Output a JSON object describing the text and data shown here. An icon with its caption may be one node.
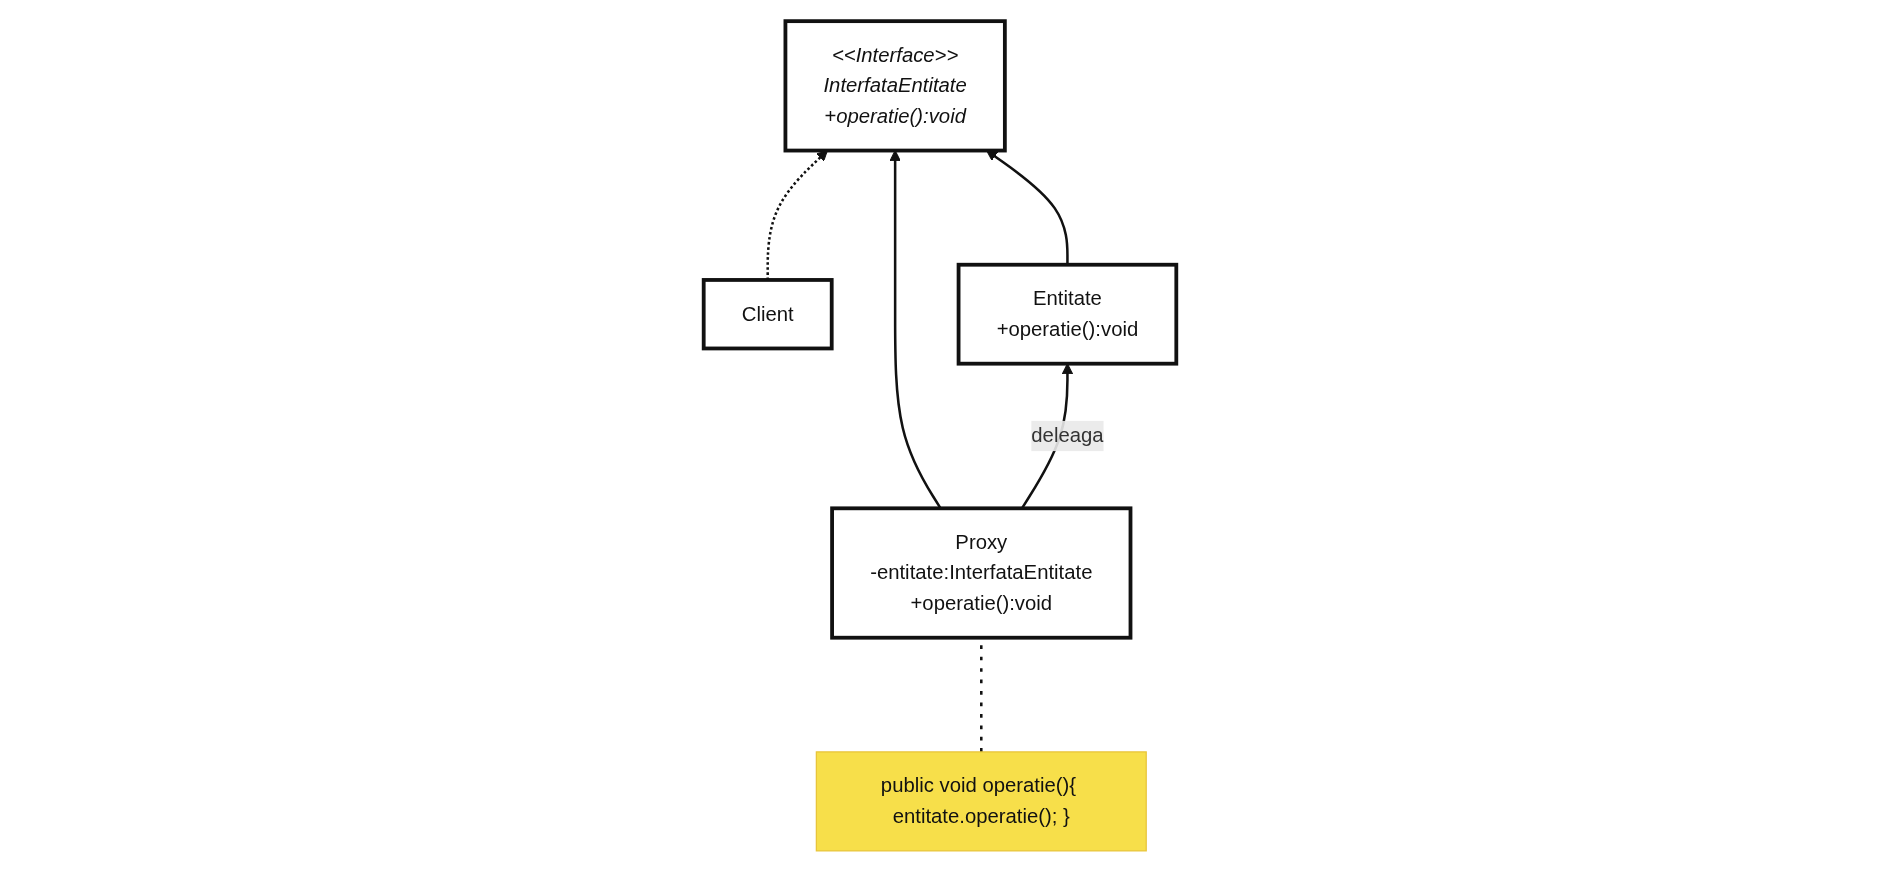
{
  "diagram": {
    "nodes": [
      {
        "text": [
          "Client"
        ]
      },
      {
        "text": [
          "<<Interface>>",
          "InterfataEntitate",
          "+operatie():void"
        ]
      },
      {
        "text": [
          "Proxy",
          "-entitate:InterfataEntitate",
          "+operatie():void"
        ]
      },
      {
        "text": [
          "Entitate",
          "+operatie():void"
        ]
      },
      {
        "text": [
          "public void operatie(){ entitate.operatie(); }"
        ]
      }
    ],
    "edges": [
      {
        "from": 0,
        "to": 1,
        "arrow": "to",
        "style": "dashed"
      },
      {
        "from": 2,
        "to": 1,
        "arrow": "to"
      },
      {
        "from": 3,
        "to": 1,
        "arrow": "to"
      },
      {
        "from": 2,
        "to": 3,
        "arrow": "to",
        "label": "deleaga"
      },
      {
        "from": 4,
        "to": 2,
        "arrow": "none",
        "style": "dashed"
      }
    ]
  }
}
